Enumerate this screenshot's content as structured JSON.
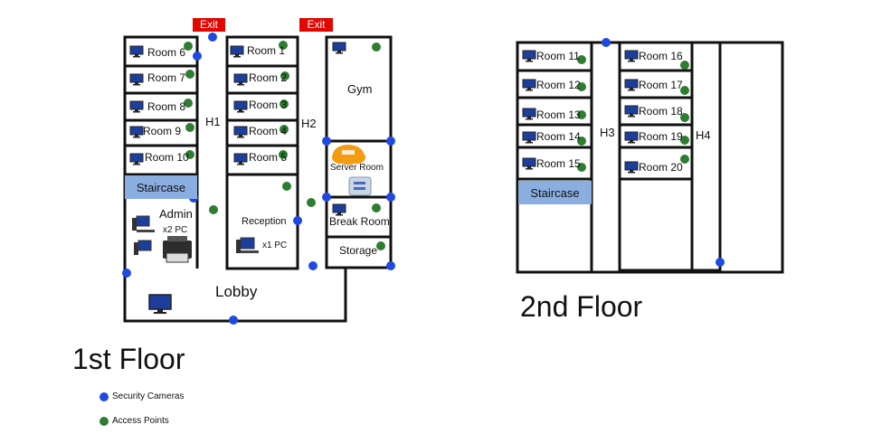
{
  "floor1": {
    "title": "1st Floor",
    "exits": [
      "Exit",
      "Exit"
    ],
    "rooms_left": [
      "Room 6",
      "Room 7",
      "Room 8",
      "Room 9",
      "Room 10"
    ],
    "rooms_mid": [
      "Room 1",
      "Room 2",
      "Room 3",
      "Room 4",
      "Room 5"
    ],
    "hallways": [
      "H1",
      "H2"
    ],
    "gym": "Gym",
    "server_room": "Server Room",
    "break_room": "Break Room",
    "storage": "Storage",
    "staircase": "Staircase",
    "admin": "Admin",
    "admin_pcs": "x2 PC",
    "reception": "Reception",
    "reception_pcs": "x1 PC",
    "lobby": "Lobby"
  },
  "floor2": {
    "title": "2nd Floor",
    "rooms_left": [
      "Room 11",
      "Room 12",
      "Room 13",
      "Room 14",
      "Room 15"
    ],
    "rooms_right": [
      "Room 16",
      "Room 17",
      "Room 18",
      "Room 19",
      "Room 20"
    ],
    "hallways": [
      "H3",
      "H4"
    ],
    "staircase": "Staircase"
  },
  "legend": {
    "cameras": "Security Cameras",
    "access_points": "Access Points",
    "camera_color": "#1f49e0",
    "ap_color": "#2e7d32"
  }
}
